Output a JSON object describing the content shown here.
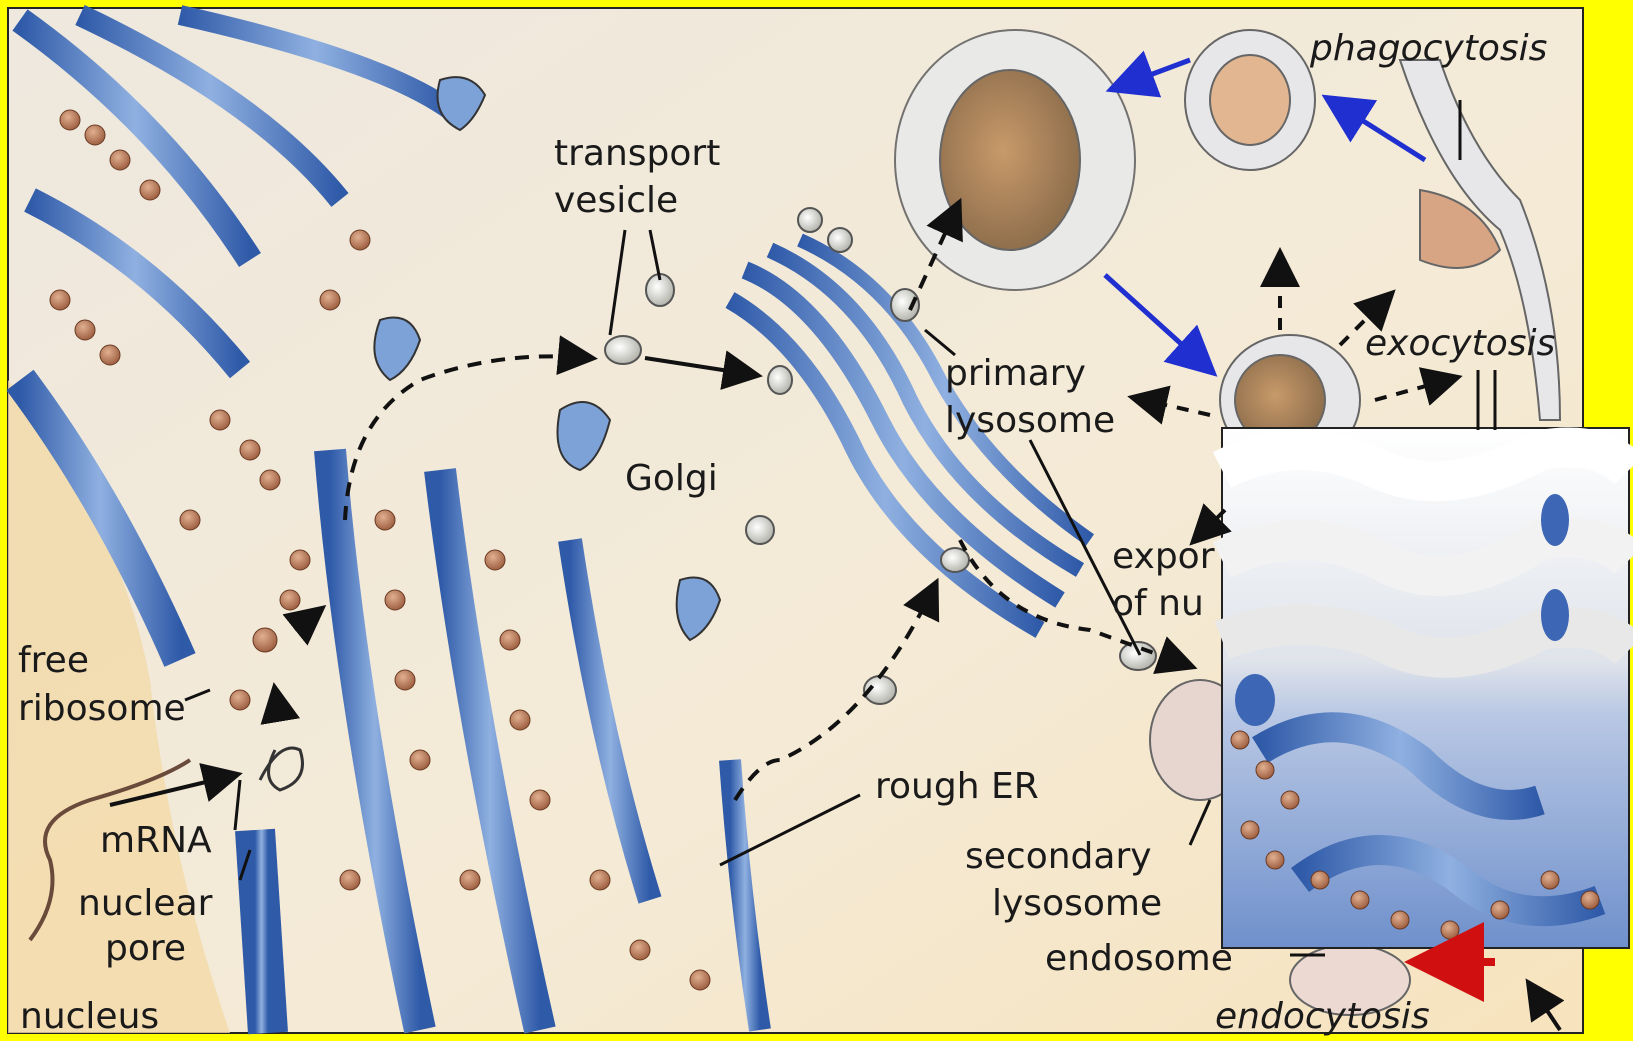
{
  "colors": {
    "frame": "#ffff00",
    "background": "#f5e9d2",
    "membrane_blue": "#5b84c4",
    "ribosome": "#b97a5a",
    "arrow_blue": "#1f2fd0",
    "arrow_red": "#d01010",
    "arrow_black": "#111111"
  },
  "labels": {
    "transport_vesicle_1": "transport",
    "transport_vesicle_2": "vesicle",
    "golgi": "Golgi",
    "primary_lysosome_1": "primary",
    "primary_lysosome_2": "lysosome",
    "phagocytosis": "phagocytosis",
    "exocytosis": "exocytosis",
    "export_1": "expor",
    "export_2": "of nu",
    "free_ribosome_1": "free",
    "free_ribosome_2": "ribosome",
    "mrna": "mRNA",
    "nuclear_pore_1": "nuclear",
    "nuclear_pore_2": "pore",
    "nucleus": "nucleus",
    "rough_er": "rough ER",
    "secondary_lysosome_1": "secondary",
    "secondary_lysosome_2": "lysosome",
    "endosome": "endosome",
    "endocytosis": "endocytosis"
  }
}
